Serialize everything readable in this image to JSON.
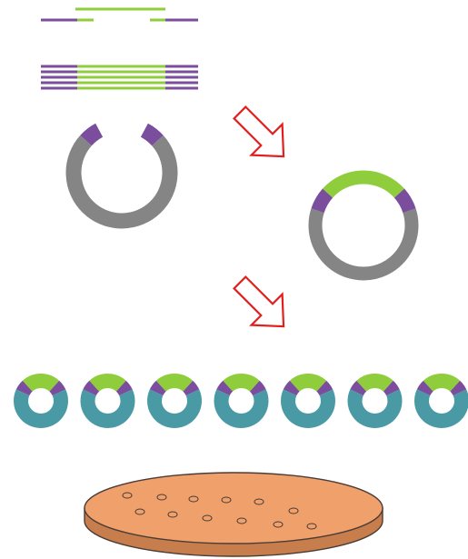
{
  "diagram": {
    "type": "molecular-cloning-workflow",
    "stages": [
      "insert-pcr-product",
      "amplified-insert-copies",
      "linearized-vector",
      "recombinant-plasmid",
      "plasmid-replicates",
      "culture-plate-colonies"
    ],
    "colors": {
      "insert": "#8fcd3c",
      "overlap_end": "#7b4d9d",
      "vector": "#858585",
      "replicate_backbone": "#4a9aa6",
      "arrow_outline": "#e0201e",
      "plate_fill": "#f0a06b",
      "plate_edge": "#c77d4c",
      "plate_stroke": "#4a3c36"
    },
    "icons": {
      "process_arrow": "hollow-arrow-icon",
      "colony": "colony-dot-icon"
    },
    "amplified_strand_count": 5,
    "replicate_plasmid_count": 7,
    "colony_count": 12
  }
}
